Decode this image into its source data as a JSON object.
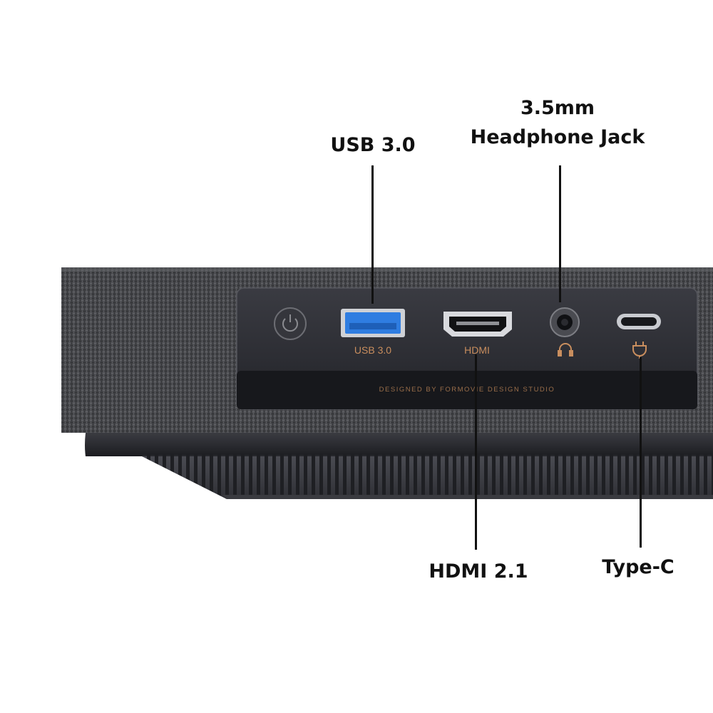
{
  "callouts": {
    "usb": "USB 3.0",
    "jack_line1": "3.5mm",
    "jack_line2": "Headphone Jack",
    "hdmi": "HDMI 2.1",
    "typec": "Type-C"
  },
  "panel": {
    "usb_label": "USB 3.0",
    "hdmi_label": "HDMI",
    "brand_strip": "DESIGNED BY FORMOVIE DESIGN STUDIO"
  },
  "colors": {
    "fabric": "#4a4a4d",
    "panel": "#2c2d33",
    "usb_blue": "#2f7de1",
    "port_label": "#c98e5e",
    "base": "#2a2b30",
    "callout_text": "#111111"
  },
  "icons": [
    "power-icon",
    "headphone-icon",
    "plug-icon"
  ]
}
